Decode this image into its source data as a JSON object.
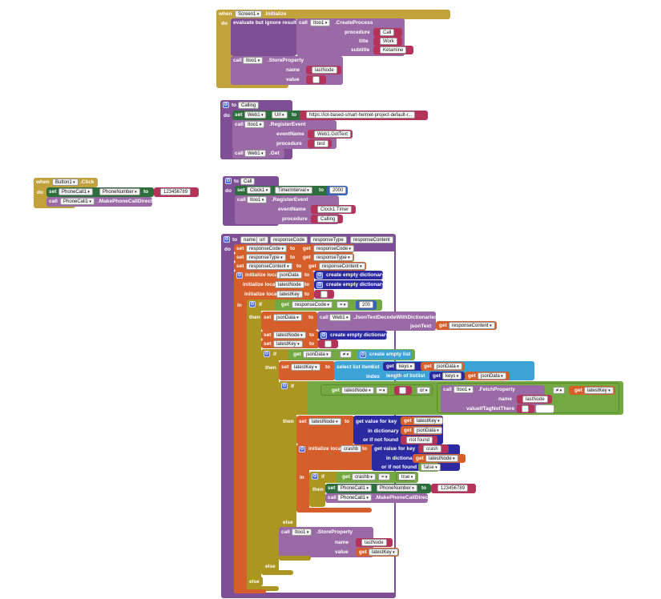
{
  "blocks": {
    "screen_init": {
      "when": "when",
      "component": "Screen1",
      "event": ".Initialize",
      "do": "do",
      "evaluate": "evaluate but ignore result",
      "call": "call",
      "obj": "Itoo1",
      "method": ".CreateProcess",
      "p1": "procedure",
      "v1": "Call",
      "p2": "title",
      "v2": "Work",
      "p3": "subtitle",
      "v3": "Ketamine",
      "store": ".StoreProperty",
      "n": "name",
      "nv": "lastNode",
      "val": "value",
      "vv": " "
    },
    "calling": {
      "to": "to",
      "name": "Calling",
      "do": "do",
      "set": "set",
      "comp": "Web1",
      "prop": "Url",
      "to2": "to",
      "url": "https://iot-based-smart-helmet-project-default-r...",
      "call": "call",
      "obj": "Itoo1",
      "reg": ".RegisterEvent",
      "ev": "eventName",
      "evv": "Web1.GotText",
      "pr": "procedure",
      "prv": "test",
      "obj2": "Web1",
      "get": ".Get"
    },
    "button": {
      "when": "when",
      "comp": "Button1",
      "ev": ".Click",
      "do": "do",
      "set": "set",
      "pc": "PhoneCall1",
      "prop": "PhoneNumber",
      "to": "to",
      "num": "123456789",
      "call": "call",
      "method": ".MakePhoneCallDirect"
    },
    "call_proc": {
      "to": "to",
      "name": "Call",
      "do": "do",
      "set": "set",
      "clock": "Clock1",
      "prop": "TimerInterval",
      "to2": "to",
      "ms": "2000",
      "call": "call",
      "obj": "Itoo1",
      "reg": ".RegisterEvent",
      "ev": "eventName",
      "evv": "Clock1.Timer",
      "pr": "procedure",
      "prv": "Calling"
    },
    "test": {
      "to": "to",
      "name": "name",
      "params": [
        "url",
        "responseCode",
        "responseType",
        "responseContent"
      ],
      "do": "do",
      "set": "set",
      "get": "get",
      "to2": "to",
      "rc": "responseCode",
      "rt": "responseType",
      "rcont": "responseContent",
      "init": "initialize local",
      "jsonData": "jsonData",
      "latestNode": "latestNode",
      "latestKey": "latestKey",
      "ced": "create empty dictionary",
      "in": "in",
      "if": "if",
      "then": "then",
      "else": "else",
      "eq": "=",
      "ne": "≠",
      "v200": "200",
      "call": "call",
      "web": "Web1",
      "decode": ".JsonTextDecodeWithDictionaries",
      "jsonText": "jsonText",
      "cel": "create empty list",
      "sli": "select list item",
      "list": "list",
      "keys": "keys",
      "index": "index",
      "lol": "length of list",
      "or": "or",
      "itoo": "Itoo1",
      "fetch": ".FetchProperty",
      "lastNode": "lastNode",
      "vnt": "valueIfTagNotThere",
      "gvk": "get value for key",
      "indict": "in dictionary",
      "notfound": "or if not found",
      "nf": "not found",
      "crashb": "crashb",
      "crash": "crash",
      "false": "false",
      "true": "true",
      "pc": "PhoneCall1",
      "pn": "PhoneNumber",
      "num": "123456789",
      "mpcd": ".MakePhoneCallDirect",
      "store": ".StoreProperty",
      "value": "value",
      "empty": " "
    }
  }
}
